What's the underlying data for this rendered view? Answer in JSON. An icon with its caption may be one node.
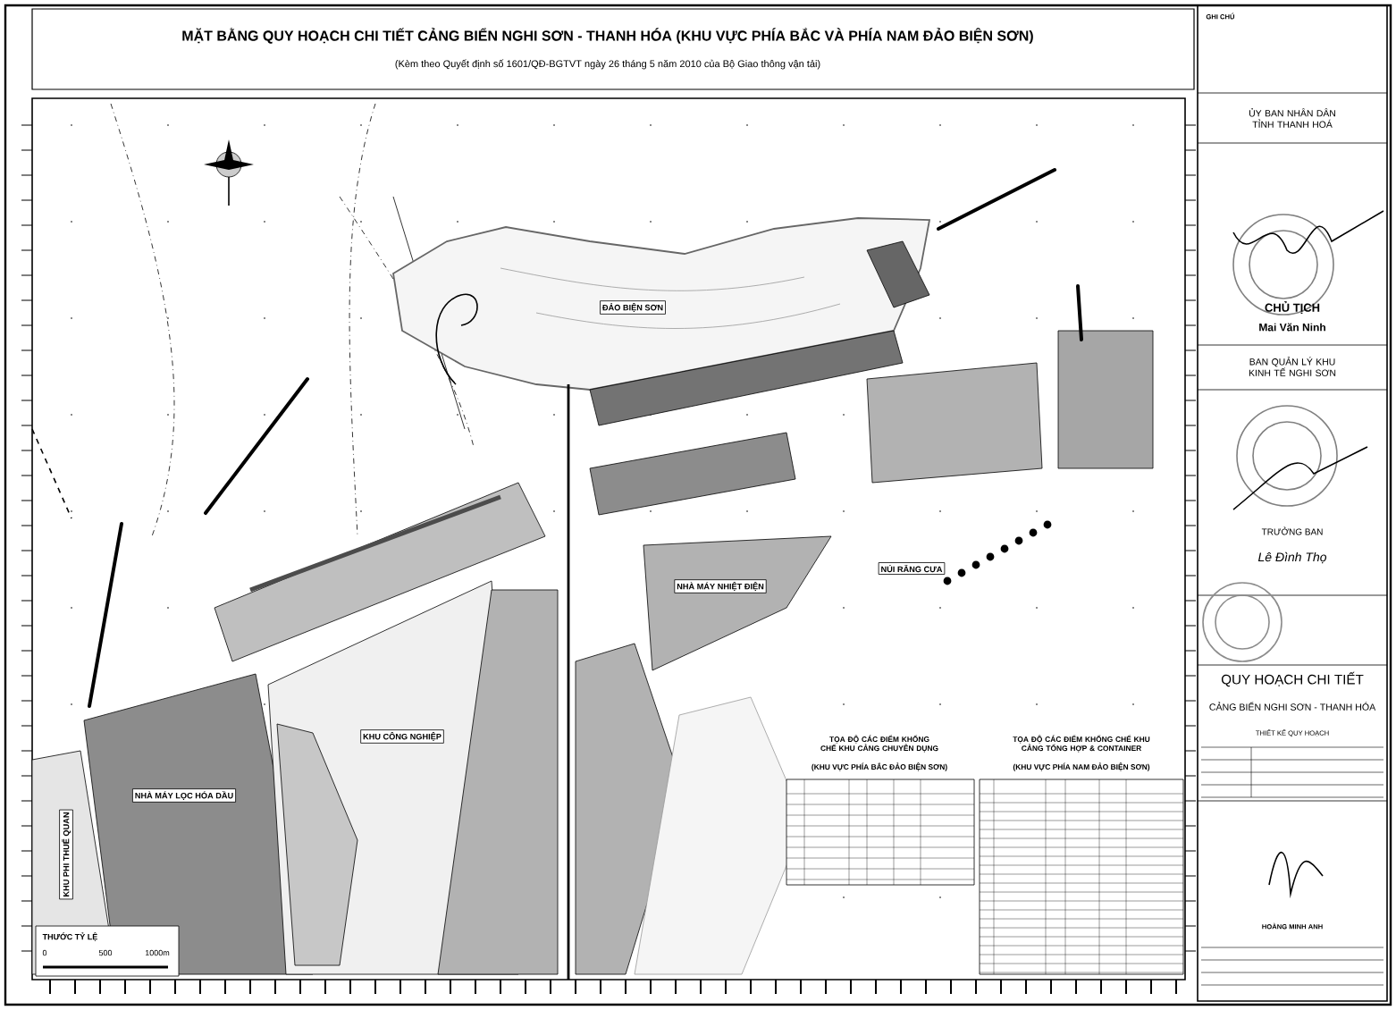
{
  "diagram": {
    "title": "MẶT BẰNG QUY HOẠCH CHI TIẾT CẢNG BIỂN NGHI SƠN - THANH HÓA (KHU VỰC PHÍA BẮC VÀ PHÍA NAM ĐẢO BIỆN SƠN)",
    "nodes": [
      {
        "text": [
          "ĐẢO BIỆN SƠN"
        ]
      },
      {
        "text": [
          "NHÀ MÁY NHIỆT ĐIỆN"
        ]
      },
      {
        "text": [
          "NÚI RĂNG CƯA"
        ]
      },
      {
        "text": [
          "KHU CÔNG NGHIỆP"
        ]
      },
      {
        "text": [
          "NHÀ MÁY LỌC HÓA DẦU"
        ]
      },
      {
        "text": [
          "KHU PHI THUẾ QUAN"
        ]
      }
    ],
    "labels": [
      "(Kèm theo Quyết định số 1601/QĐ-BGTVT ngày 26 tháng 5 năm 2010 của Bộ Giao thông vận tải)",
      "GHI CHÚ",
      "ỦY BAN NHÂN DÂN TỈNH THANH HOÁ",
      "CHỦ TỊCH",
      "Mai Văn Ninh",
      "BAN QUẢN LÝ KHU KINH TẾ NGHI SƠN",
      "TRƯỞNG BAN",
      "Lê Đình Thọ",
      "QUY HOẠCH CHI TIẾT",
      "CẢNG BIỂN NGHI SƠN - THANH HÓA",
      "THIẾT KẾ QUY HOẠCH",
      "HOÀNG MINH ANH",
      "TỌA ĐỘ CÁC ĐIỂM KHỐNG CHẾ KHU CẢNG CHUYÊN DỤNG",
      "(KHU VỰC PHÍA BẮC ĐẢO BIỆN SƠN)",
      "TỌA ĐỘ CÁC ĐIỂM KHỐNG CHẾ KHU CẢNG TỔNG HỢP & CONTAINER",
      "(KHU VỰC PHÍA NAM ĐẢO BIỆN SƠN)",
      "THƯỚC TỶ LỆ",
      "0",
      "500",
      "1000m"
    ]
  }
}
